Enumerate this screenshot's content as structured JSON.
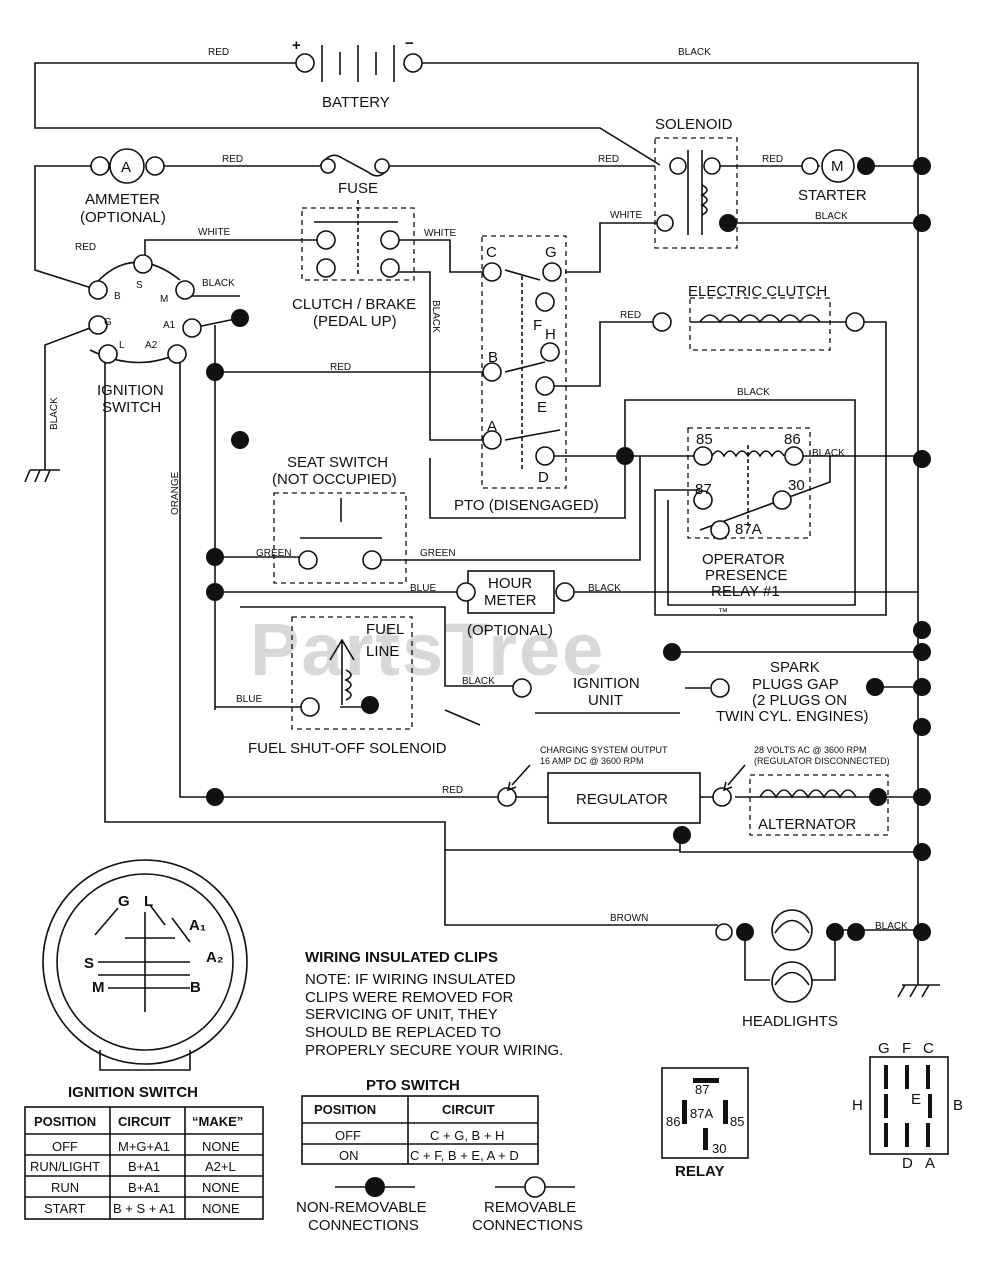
{
  "components": {
    "battery": "BATTERY",
    "battery_plus": "+",
    "battery_minus": "−",
    "ammeter": "AMMETER",
    "ammeter_optional": "(OPTIONAL)",
    "ammeter_symbol": "A",
    "fuse": "FUSE",
    "solenoid": "SOLENOID",
    "starter": "STARTER",
    "starter_symbol": "M",
    "clutch_brake_1": "CLUTCH / BRAKE",
    "clutch_brake_2": "(PEDAL UP)",
    "electric_clutch": "ELECTRIC CLUTCH",
    "ignition_switch_1": "IGNITION",
    "ignition_switch_2": "SWITCH",
    "seat_switch_1": "SEAT SWITCH",
    "seat_switch_2": "(NOT OCCUPIED)",
    "pto": "PTO (DISENGAGED)",
    "relay_1": "OPERATOR",
    "relay_2": "PRESENCE",
    "relay_3": "RELAY #1",
    "hour_meter_1": "HOUR",
    "hour_meter_2": "METER",
    "hour_meter_3": "(OPTIONAL)",
    "fuel_line_1": "FUEL",
    "fuel_line_2": "LINE",
    "fuel_solenoid": "FUEL SHUT-OFF SOLENOID",
    "ignition_unit_1": "IGNITION",
    "ignition_unit_2": "UNIT",
    "spark_1": "SPARK",
    "spark_2": "PLUGS GAP",
    "spark_3": "(2 PLUGS ON",
    "spark_4": "TWIN CYL. ENGINES)",
    "charging_1": "CHARGING SYSTEM OUTPUT",
    "charging_2": "16 AMP DC @ 3600 RPM",
    "alt_note_1": "28 VOLTS AC @ 3600 RPM",
    "alt_note_2": "(REGULATOR DISCONNECTED)",
    "regulator": "REGULATOR",
    "alternator": "ALTERNATOR",
    "headlights": "HEADLIGHTS"
  },
  "wires": {
    "red": "RED",
    "black": "BLACK",
    "white": "WHITE",
    "green": "GREEN",
    "blue": "BLUE",
    "orange": "ORANGE",
    "brown": "BROWN"
  },
  "terminals": {
    "ign": [
      "B",
      "S",
      "M",
      "G",
      "A1",
      "L",
      "A2"
    ],
    "pto": [
      "C",
      "G",
      "F",
      "H",
      "B",
      "E",
      "A",
      "D"
    ],
    "relay": [
      "85",
      "86",
      "87",
      "30",
      "87A"
    ]
  },
  "notes": {
    "title": "WIRING INSULATED CLIPS",
    "lines": [
      "NOTE: IF WIRING INSULATED",
      "CLIPS WERE REMOVED FOR",
      "SERVICING OF UNIT, THEY",
      "SHOULD BE REPLACED TO",
      "PROPERLY SECURE YOUR WIRING."
    ]
  },
  "ignition_switch_table": {
    "title": "IGNITION SWITCH",
    "headers": [
      "POSITION",
      "CIRCUIT",
      "“MAKE”"
    ],
    "rows": [
      [
        "OFF",
        "M+G+A1",
        "NONE"
      ],
      [
        "RUN/LIGHT",
        "B+A1",
        "A2+L"
      ],
      [
        "RUN",
        "B+A1",
        "NONE"
      ],
      [
        "START",
        "B + S + A1",
        "NONE"
      ]
    ],
    "face_labels": [
      "G",
      "L",
      "A₁",
      "S",
      "A₂",
      "M",
      "B"
    ]
  },
  "pto_switch_table": {
    "title": "PTO SWITCH",
    "headers": [
      "POSITION",
      "CIRCUIT"
    ],
    "rows": [
      [
        "OFF",
        "C + G, B + H"
      ],
      [
        "ON",
        "C + F, B + E, A + D"
      ]
    ]
  },
  "legend": {
    "non_removable_1": "NON-REMOVABLE",
    "non_removable_2": "CONNECTIONS",
    "removable_1": "REMOVABLE",
    "removable_2": "CONNECTIONS"
  },
  "relay_pinout": {
    "label": "RELAY",
    "pins": [
      "87",
      "86",
      "87A",
      "85",
      "30"
    ]
  },
  "pto_pinout": {
    "top": [
      "G",
      "F",
      "C"
    ],
    "left": "H",
    "center": "E",
    "right": "B",
    "bottom": [
      "D",
      "A"
    ]
  },
  "watermark": "PartsTree",
  "watermark_tm": "™"
}
